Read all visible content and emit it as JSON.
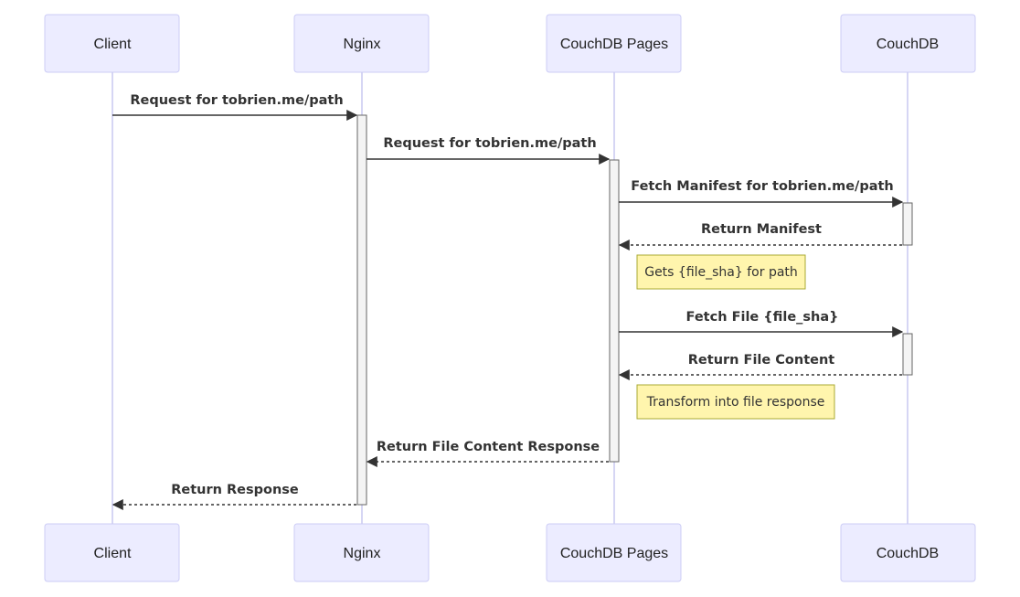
{
  "participants": [
    {
      "id": "client",
      "label": "Client"
    },
    {
      "id": "nginx",
      "label": "Nginx"
    },
    {
      "id": "couchdb-pages",
      "label": "CouchDB Pages"
    },
    {
      "id": "couchdb",
      "label": "CouchDB"
    }
  ],
  "messages": [
    {
      "from": "client",
      "to": "nginx",
      "label": "Request for tobrien.me/path",
      "style": "solid"
    },
    {
      "from": "nginx",
      "to": "couchdb-pages",
      "label": "Request for tobrien.me/path",
      "style": "solid"
    },
    {
      "from": "couchdb-pages",
      "to": "couchdb",
      "label": "Fetch Manifest for tobrien.me/path",
      "style": "solid"
    },
    {
      "from": "couchdb",
      "to": "couchdb-pages",
      "label": "Return Manifest",
      "style": "dashed"
    },
    {
      "from": "couchdb-pages",
      "to": "couchdb",
      "label": "Fetch File {file_sha}",
      "style": "solid"
    },
    {
      "from": "couchdb",
      "to": "couchdb-pages",
      "label": "Return File Content",
      "style": "dashed"
    },
    {
      "from": "couchdb-pages",
      "to": "nginx",
      "label": "Return File Content Response",
      "style": "dashed"
    },
    {
      "from": "nginx",
      "to": "client",
      "label": "Return Response",
      "style": "dashed"
    }
  ],
  "notes": [
    {
      "over": "couchdb-pages",
      "label": "Gets {file_sha} for path"
    },
    {
      "over": "couchdb-pages",
      "label": "Transform into file response"
    }
  ],
  "colors": {
    "actor_fill": "#ececff",
    "actor_border": "#ccccf5",
    "lifeline": "#c8c8f0",
    "note_fill": "#fff5ad",
    "note_border": "#aaaa33",
    "line": "#333333"
  }
}
